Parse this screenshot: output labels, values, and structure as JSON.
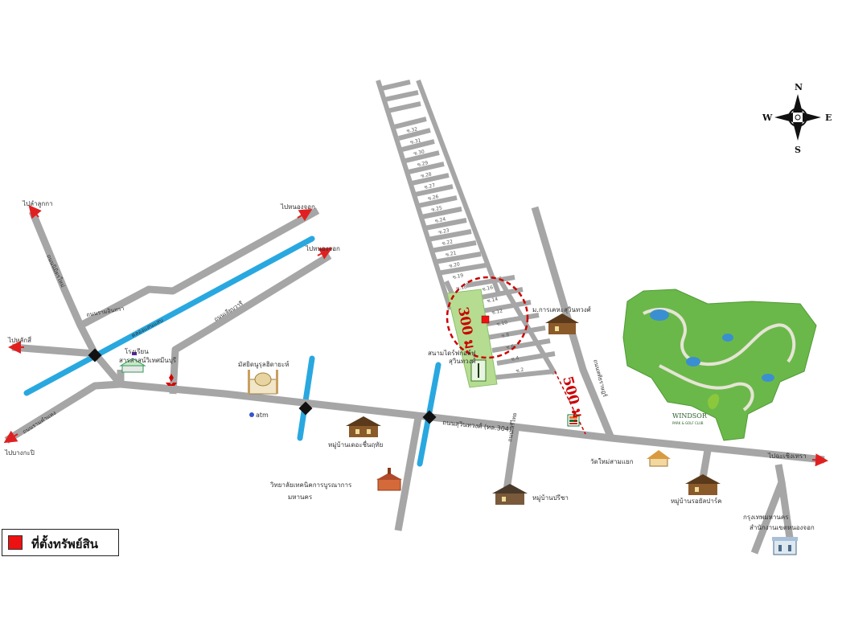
{
  "colors": {
    "road": "#a6a6a6",
    "canal": "#29a8e0",
    "property": "#ee1111",
    "arrow": "#e02020",
    "radius": "#cc0000",
    "field": "#b6dc92",
    "golf": "#6bb84a"
  },
  "compass": {
    "n": "N",
    "s": "S",
    "e": "E",
    "w": "W"
  },
  "directions": {
    "lat_krabang_top": "ไปลำลูกกา",
    "nong_chok_top": "ไปหนองจอก",
    "nong_chok_mid": "ไปหนองจอก",
    "lak_si": "ไปหลักสี่",
    "bang_kapi": "ไปบางกะปิ",
    "chachoengsao": "ไปฉะเชิงเทรา"
  },
  "roads": {
    "ramintra": "ถนนรามอินทรา",
    "nimit_mai": "ถนนนิมิตรใหม่",
    "suwinthawong": "ถนนสุวินทวงศ์ (ทล.304)",
    "si_burapha": "ถนนเสรีไทย",
    "hathai_rat": "ถนนหทัยราษฎร์",
    "ramkhamhaeng": "ถนนรามคำแหง",
    "liap_wari": "ถนนเลียบวารี",
    "canal_label": "คลองแสนแสบ"
  },
  "places": {
    "school_line1": "โรงเรียน",
    "school_line2": "สารสาสน์วิเทศมีนบุรี",
    "mosque": "มัสยิดนูรุลฮิดายะห์",
    "atm": "atm",
    "village_chuen": "หมู่บ้านเดอะชื่นฤทัย",
    "college_line1": "วิทยาลัยเทคนิคการบูรณาการ",
    "college_line2": "มหานคร",
    "driving_range_line1": "สนามไดร์ฟกอล์ฟ",
    "driving_range_line2": "สุวินทวงศ์",
    "soi_village": "ม.การเคหะสุวินทวงศ์",
    "temple": "วัดใหม่สามแยก",
    "village_preeya": "หมู่บ้านปรีชา",
    "village_royal": "หมู่บ้านรอยัลปาร์ค",
    "district_office_line1": "สำนักงานเขตหนองจอก",
    "district_office_line2": "กรุงเทพมหานคร",
    "windsor_line1": "WINDSOR",
    "windsor_line2": "PARK & GOLF CLUB"
  },
  "soi_labels": [
    "ซ.32",
    "ซ.31",
    "ซ.30",
    "ซ.29",
    "ซ.28",
    "ซ.27",
    "ซ.26",
    "ซ.25",
    "ซ.24",
    "ซ.23",
    "ซ.22",
    "ซ.21",
    "ซ.20",
    "ซ.19",
    "ซ.18",
    "ซ.16",
    "ซ.14",
    "ซ.12",
    "ซ.10",
    "ซ.8",
    "ซ.6",
    "ซ.4",
    "ซ.2"
  ],
  "distances": {
    "radius": "300 ม.",
    "along_road": "500 ม."
  },
  "legend": {
    "label": "ที่ตั้งทรัพย์สิน"
  }
}
